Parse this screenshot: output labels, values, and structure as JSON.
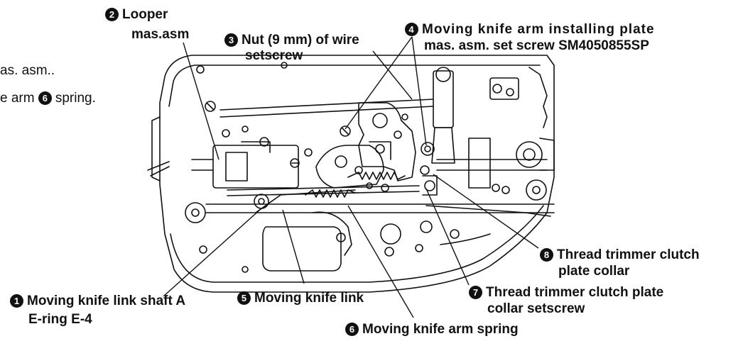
{
  "left_text": {
    "line1": "as. asm..",
    "line2_prefix": "e arm",
    "line2_num": "6",
    "line2_suffix": "spring."
  },
  "callouts": [
    {
      "num": "1",
      "lines": [
        "Moving knife link shaft A",
        "E-ring E-4"
      ]
    },
    {
      "num": "2",
      "lines": [
        "Looper",
        "mas.asm"
      ]
    },
    {
      "num": "3",
      "lines": [
        "Nut (9 mm) of wire",
        "setscrew"
      ]
    },
    {
      "num": "4",
      "lines": [
        "Moving knife arm installing plate",
        "mas. asm. set screw  SM4050855SP"
      ]
    },
    {
      "num": "5",
      "lines": [
        "Moving knife link"
      ]
    },
    {
      "num": "6",
      "lines": [
        "Moving knife arm spring"
      ]
    },
    {
      "num": "7",
      "lines": [
        "Thread trimmer clutch plate",
        "collar setscrew"
      ]
    },
    {
      "num": "8",
      "lines": [
        "Thread trimmer clutch",
        "plate collar"
      ]
    }
  ]
}
